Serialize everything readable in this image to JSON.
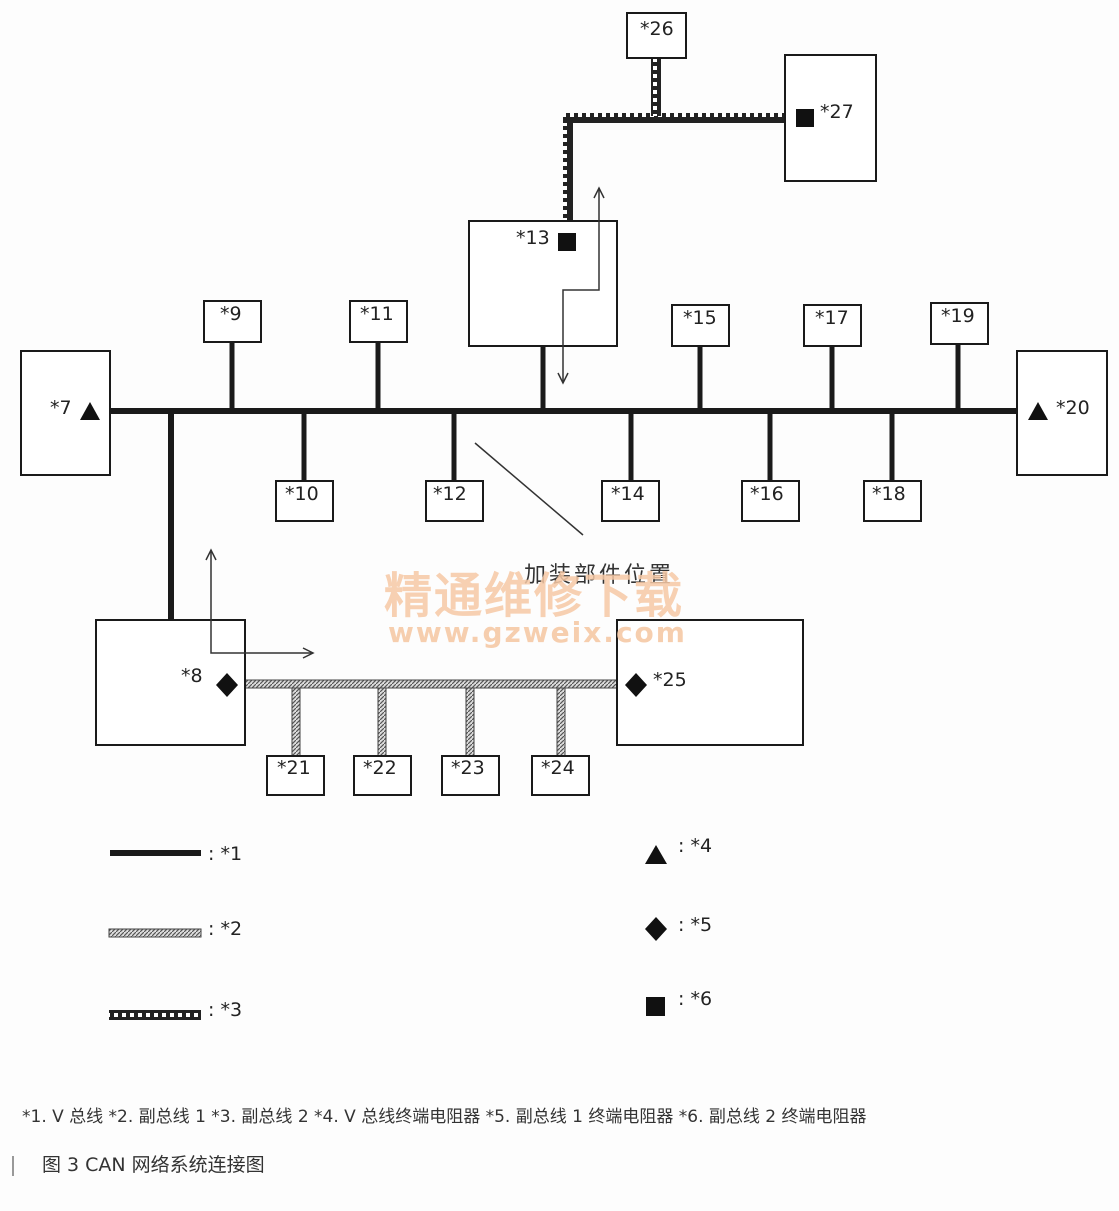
{
  "nodes": {
    "n7": "*7",
    "n8": "*8",
    "n9": "*9",
    "n10": "*10",
    "n11": "*11",
    "n12": "*12",
    "n13": "*13",
    "n14": "*14",
    "n15": "*15",
    "n16": "*16",
    "n17": "*17",
    "n18": "*18",
    "n19": "*19",
    "n20": "*20",
    "n21": "*21",
    "n22": "*22",
    "n23": "*23",
    "n24": "*24",
    "n25": "*25",
    "n26": "*26",
    "n27": "*27"
  },
  "annotation": "加装部件位置",
  "watermark": {
    "name": "精通维修下载",
    "url": "www.gzweix.com"
  },
  "legend": {
    "l1": ": *1",
    "l2": ": *2",
    "l3": ": *3",
    "l4": ": *4",
    "l5": ": *5",
    "l6": ": *6"
  },
  "footer_legend": "*1. V 总线   *2. 副总线 1   *3. 副总线 2   *4. V 总线终端电阻器   *5. 副总线 1 终端电阻器   *6. 副总线 2 终端电阻器",
  "caption": "图 3   CAN 网络系统连接图",
  "colors": {
    "line": "#1a1a1a",
    "watermark": "#f6c9a6"
  }
}
